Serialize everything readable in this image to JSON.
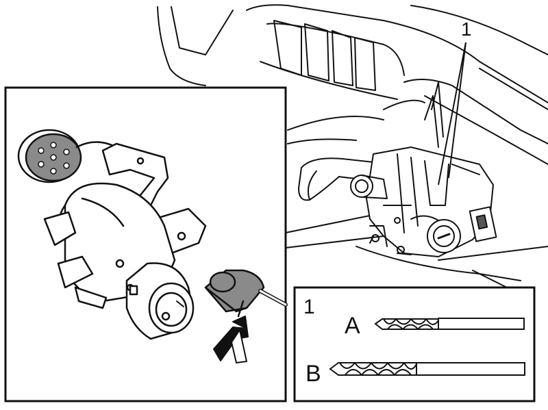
{
  "labels": {
    "main_callout": "1",
    "inset_number": "1",
    "drill_a": "A",
    "drill_b": "B"
  },
  "colors": {
    "ink": "#111111",
    "shade": "#8a8a8a",
    "paper": "#ffffff"
  },
  "icons": {
    "arrow": "up-arrow-icon",
    "drill": "drill-bit-icon"
  }
}
